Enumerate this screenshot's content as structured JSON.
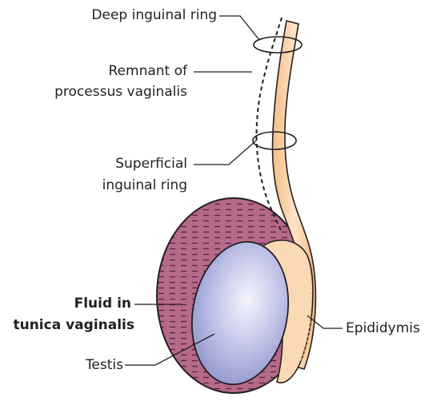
{
  "labels": {
    "deep_ring": "Deep inguinal ring",
    "remnant_line1": "Remnant of",
    "remnant_line2": "processus vaginalis",
    "superficial_line1": "Superficial",
    "superficial_line2": "inguinal ring",
    "fluid_line1": "Fluid in",
    "fluid_line2": "tunica vaginalis",
    "testis": "Testis",
    "epididymis": "Epididymis"
  },
  "colors": {
    "tunica_fill": "#b56a8a",
    "tunica_dash": "#5a2240",
    "testis_light": "#eeeffa",
    "testis_dark": "#8f94cc",
    "cord_fill": "#f8c99a",
    "cord_light": "#fde2c4",
    "outline": "#231f20"
  }
}
